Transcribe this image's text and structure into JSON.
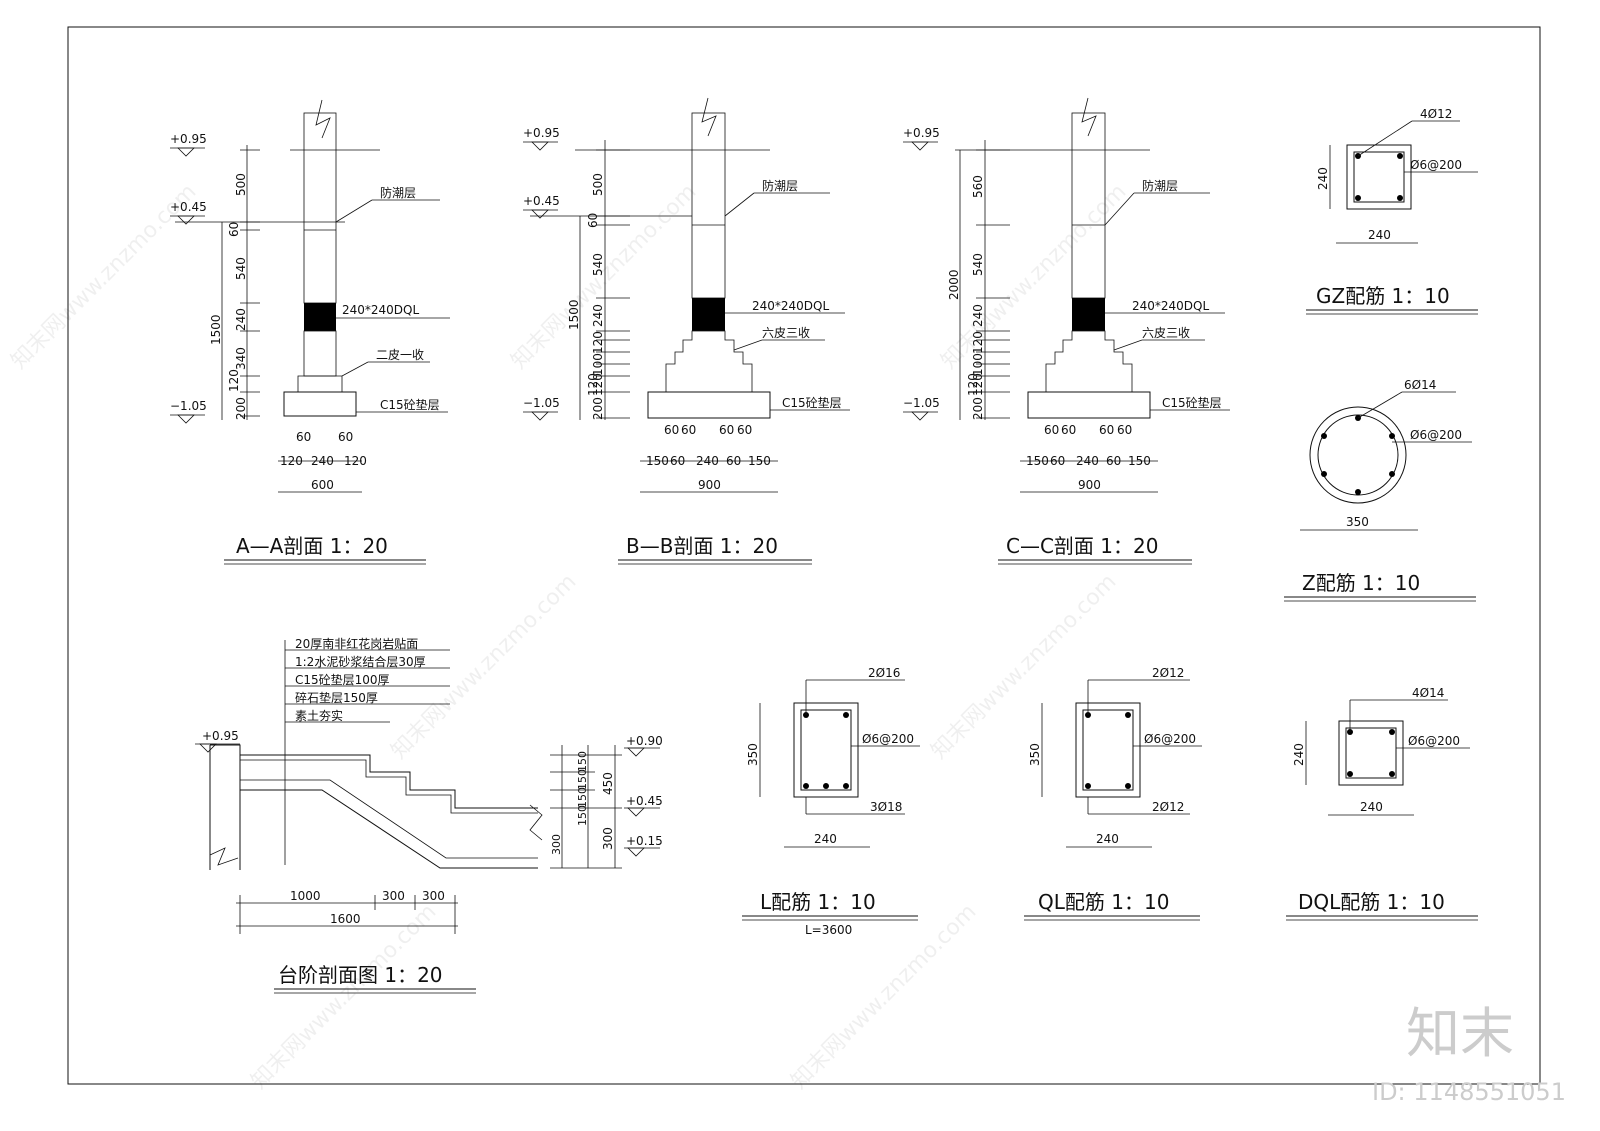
{
  "sections": {
    "aa": {
      "title": "A—A剖面  1：20",
      "elev": [
        "+0.95",
        "+0.45",
        "−1.05"
      ],
      "dims_v": [
        "500",
        "60",
        "540",
        "240",
        "340",
        "120",
        "200",
        "1500"
      ],
      "dims_h_top": [
        "60",
        "60"
      ],
      "dims_h_mid": [
        "120",
        "240",
        "120"
      ],
      "dims_h_total": "600",
      "labels": [
        "防潮层",
        "240*240DQL",
        "二皮一收",
        "C15砼垫层"
      ]
    },
    "bb": {
      "title": "B—B剖面  1：20",
      "elev": [
        "+0.95",
        "+0.45",
        "−1.05"
      ],
      "dims_v": [
        "500",
        "60",
        "540",
        "240",
        "120",
        "100",
        "120",
        "120",
        "200",
        "1500"
      ],
      "dims_h_top": [
        "60",
        "60",
        "60",
        "60"
      ],
      "dims_h_mid": [
        "150",
        "60",
        "240",
        "60",
        "150"
      ],
      "dims_h_total": "900",
      "labels": [
        "防潮层",
        "240*240DQL",
        "六皮三收",
        "C15砼垫层"
      ]
    },
    "cc": {
      "title": "C—C剖面  1：20",
      "elev": [
        "+0.95",
        "−1.05"
      ],
      "dims_v": [
        "560",
        "540",
        "240",
        "120",
        "100",
        "120",
        "120",
        "200",
        "2000"
      ],
      "dims_h_top": [
        "60",
        "60",
        "60",
        "60"
      ],
      "dims_h_mid": [
        "150",
        "60",
        "240",
        "60",
        "150"
      ],
      "dims_h_total": "900",
      "labels": [
        "防潮层",
        "240*240DQL",
        "六皮三收",
        "C15砼垫层"
      ]
    },
    "gz": {
      "title": "GZ配筋  1：10",
      "top": "4Ø12",
      "stirrup": "Ø6@200",
      "width": "240",
      "height": "240"
    },
    "z": {
      "title": "Z配筋  1：10",
      "top": "6Ø14",
      "stirrup": "Ø6@200",
      "diameter": "350"
    },
    "stair": {
      "title": "台阶剖面图  1：20",
      "layers": [
        "20厚南非红花岗岩贴面",
        "1:2水泥砂浆结合层30厚",
        "C15砼垫层100厚",
        "碎石垫层150厚",
        "素土夯实"
      ],
      "elev_left": "+0.95",
      "elev_right": [
        "+0.90",
        "+0.45",
        "+0.15"
      ],
      "dims_v": [
        "150",
        "150",
        "150",
        "150",
        "300",
        "450",
        "300"
      ],
      "dims_h": [
        "1000",
        "300",
        "300"
      ],
      "dims_total": "1600"
    },
    "l": {
      "title": "L配筋  1：10",
      "subtitle": "L=3600",
      "top": "2Ø16",
      "stirrup": "Ø6@200",
      "bottom": "3Ø18",
      "width": "240",
      "height": "350"
    },
    "ql": {
      "title": "QL配筋  1：10",
      "top": "2Ø12",
      "stirrup": "Ø6@200",
      "bottom": "2Ø12",
      "width": "240",
      "height": "350"
    },
    "dql": {
      "title": "DQL配筋  1：10",
      "top": "4Ø14",
      "stirrup": "Ø6@200",
      "width": "240",
      "height": "240"
    }
  },
  "watermark": {
    "logo": "知末",
    "id": "ID: 1148551051",
    "site": "知末网www.znzmo.com"
  }
}
